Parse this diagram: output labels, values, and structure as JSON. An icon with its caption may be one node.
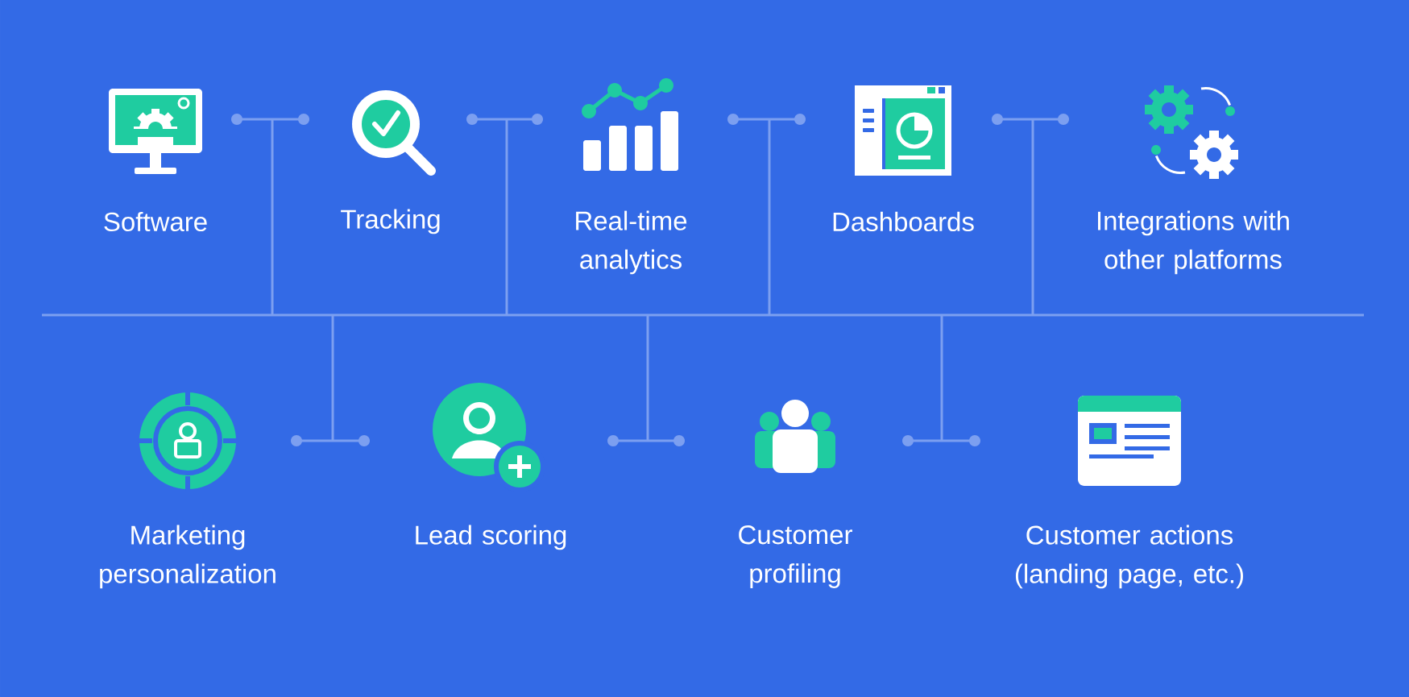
{
  "diagram": {
    "nodes": [
      {
        "text": [
          "Software"
        ]
      },
      {
        "text": [
          "Tracking"
        ]
      },
      {
        "text": [
          "Real-time analytics"
        ]
      },
      {
        "text": [
          "Dashboards"
        ]
      },
      {
        "text": [
          "Integrations with other platforms"
        ]
      },
      {
        "text": [
          "Marketing personalization"
        ]
      },
      {
        "text": [
          "Lead scoring"
        ]
      },
      {
        "text": [
          "Customer profiling"
        ]
      },
      {
        "text": [
          "Customer actions (landing page, etc.)"
        ]
      }
    ]
  }
}
